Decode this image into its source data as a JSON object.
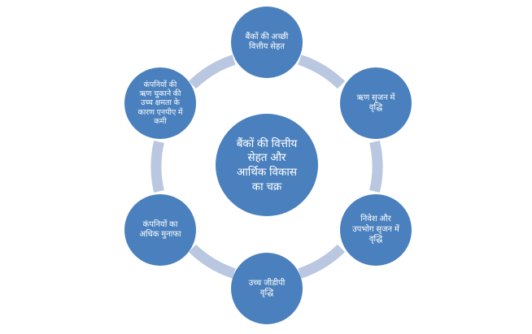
{
  "diagram": {
    "type": "cycle-diagram",
    "background_color": "#ffffff",
    "node_color": "#4a80bd",
    "arc_color": "#b9c7e0",
    "text_color": "#ffffff",
    "center": {
      "id": "center-node",
      "label": "बैंकों की वित्तीय\nसेहत और\nआर्थिक विकास\nका चक्र"
    },
    "nodes": [
      {
        "id": "node-top",
        "position": "top",
        "label": "बैंकों की अच्छी\nवित्तीय सेहत"
      },
      {
        "id": "node-right-top",
        "position": "right-top",
        "label": "ऋण सृजन में\nवृद्धि"
      },
      {
        "id": "node-right-bottom",
        "position": "right-bottom",
        "label": "निवेश और\nउपभोग सृजन में\nवृद्धि"
      },
      {
        "id": "node-bottom",
        "position": "bottom",
        "label": "उच्च जीडीपी\nवृद्धि"
      },
      {
        "id": "node-left-bottom",
        "position": "left-bottom",
        "label": "कंपनियों का\nअधिक मुनाफा"
      },
      {
        "id": "node-left-top",
        "position": "left-top",
        "label": "कंपनियों की\nऋण चुकाने की\nउच्च क्षमता के\nकारण एनपीए में\nकमी"
      }
    ]
  }
}
